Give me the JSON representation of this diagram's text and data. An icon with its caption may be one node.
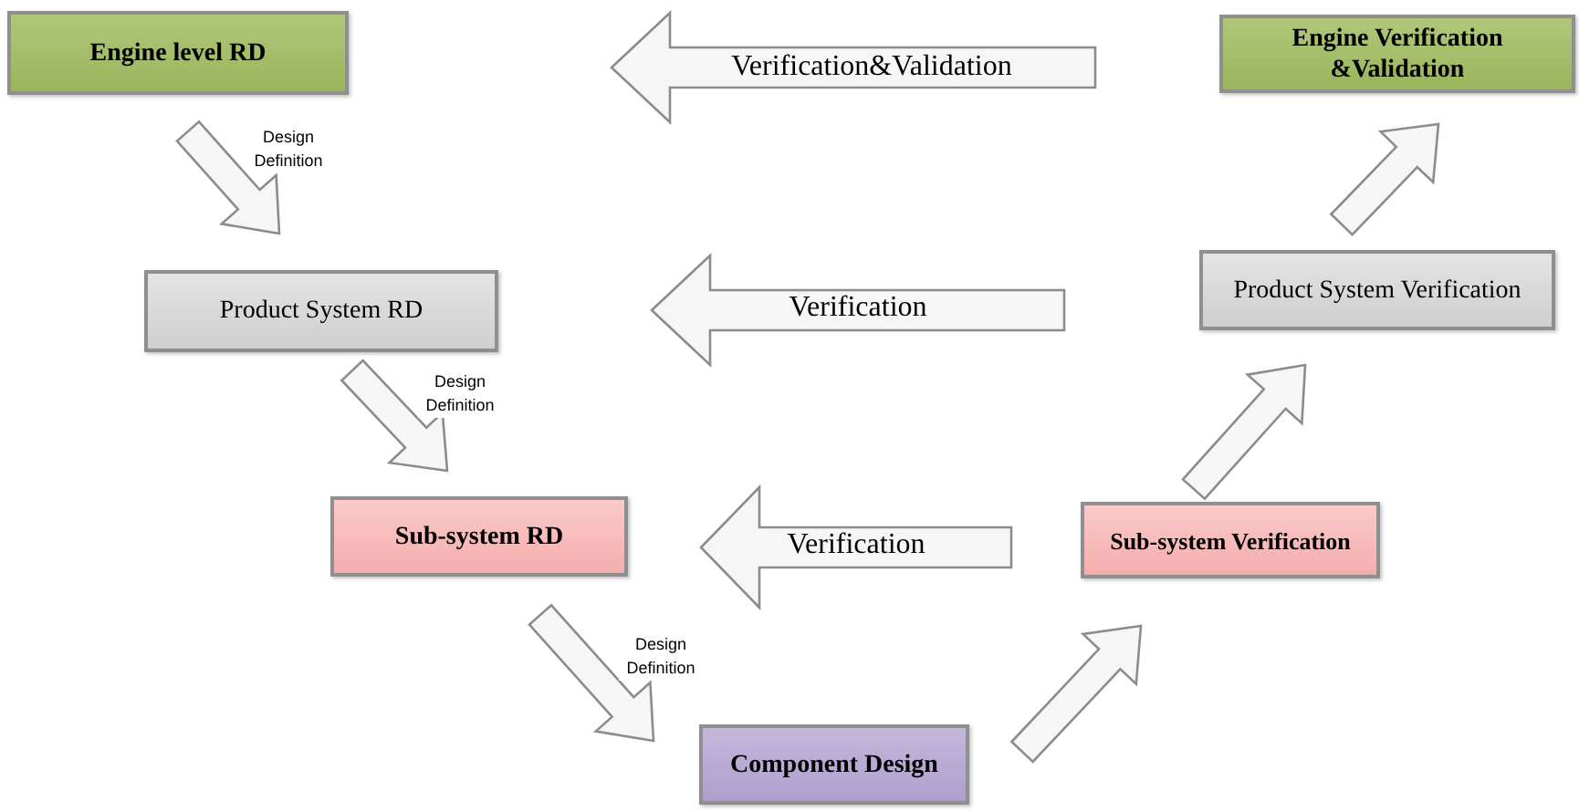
{
  "diagram": {
    "nodes": [
      {
        "text": [
          "Engine level RD"
        ]
      },
      {
        "text": [
          "Engine Verification &Validation"
        ]
      },
      {
        "text": [
          "Product System RD"
        ]
      },
      {
        "text": [
          "Product System Verification"
        ]
      },
      {
        "text": [
          "Sub-system RD"
        ]
      },
      {
        "text": [
          "Sub-system Verification"
        ]
      },
      {
        "text": [
          "Component Design"
        ]
      }
    ],
    "edges": [
      {
        "from": 1,
        "to": 0,
        "arrow": "to",
        "label": "Verification&Validation"
      },
      {
        "from": 3,
        "to": 2,
        "arrow": "to",
        "label": "Verification"
      },
      {
        "from": 5,
        "to": 4,
        "arrow": "to",
        "label": "Verification"
      },
      {
        "from": 0,
        "to": 2,
        "arrow": "to",
        "label": "Design Definition"
      },
      {
        "from": 2,
        "to": 4,
        "arrow": "to",
        "label": "Design Definition"
      },
      {
        "from": 4,
        "to": 6,
        "arrow": "to",
        "label": "Design Definition"
      },
      {
        "from": 6,
        "to": 5,
        "arrow": "to"
      },
      {
        "from": 5,
        "to": 3,
        "arrow": "to"
      },
      {
        "from": 3,
        "to": 1,
        "arrow": "to"
      }
    ]
  }
}
